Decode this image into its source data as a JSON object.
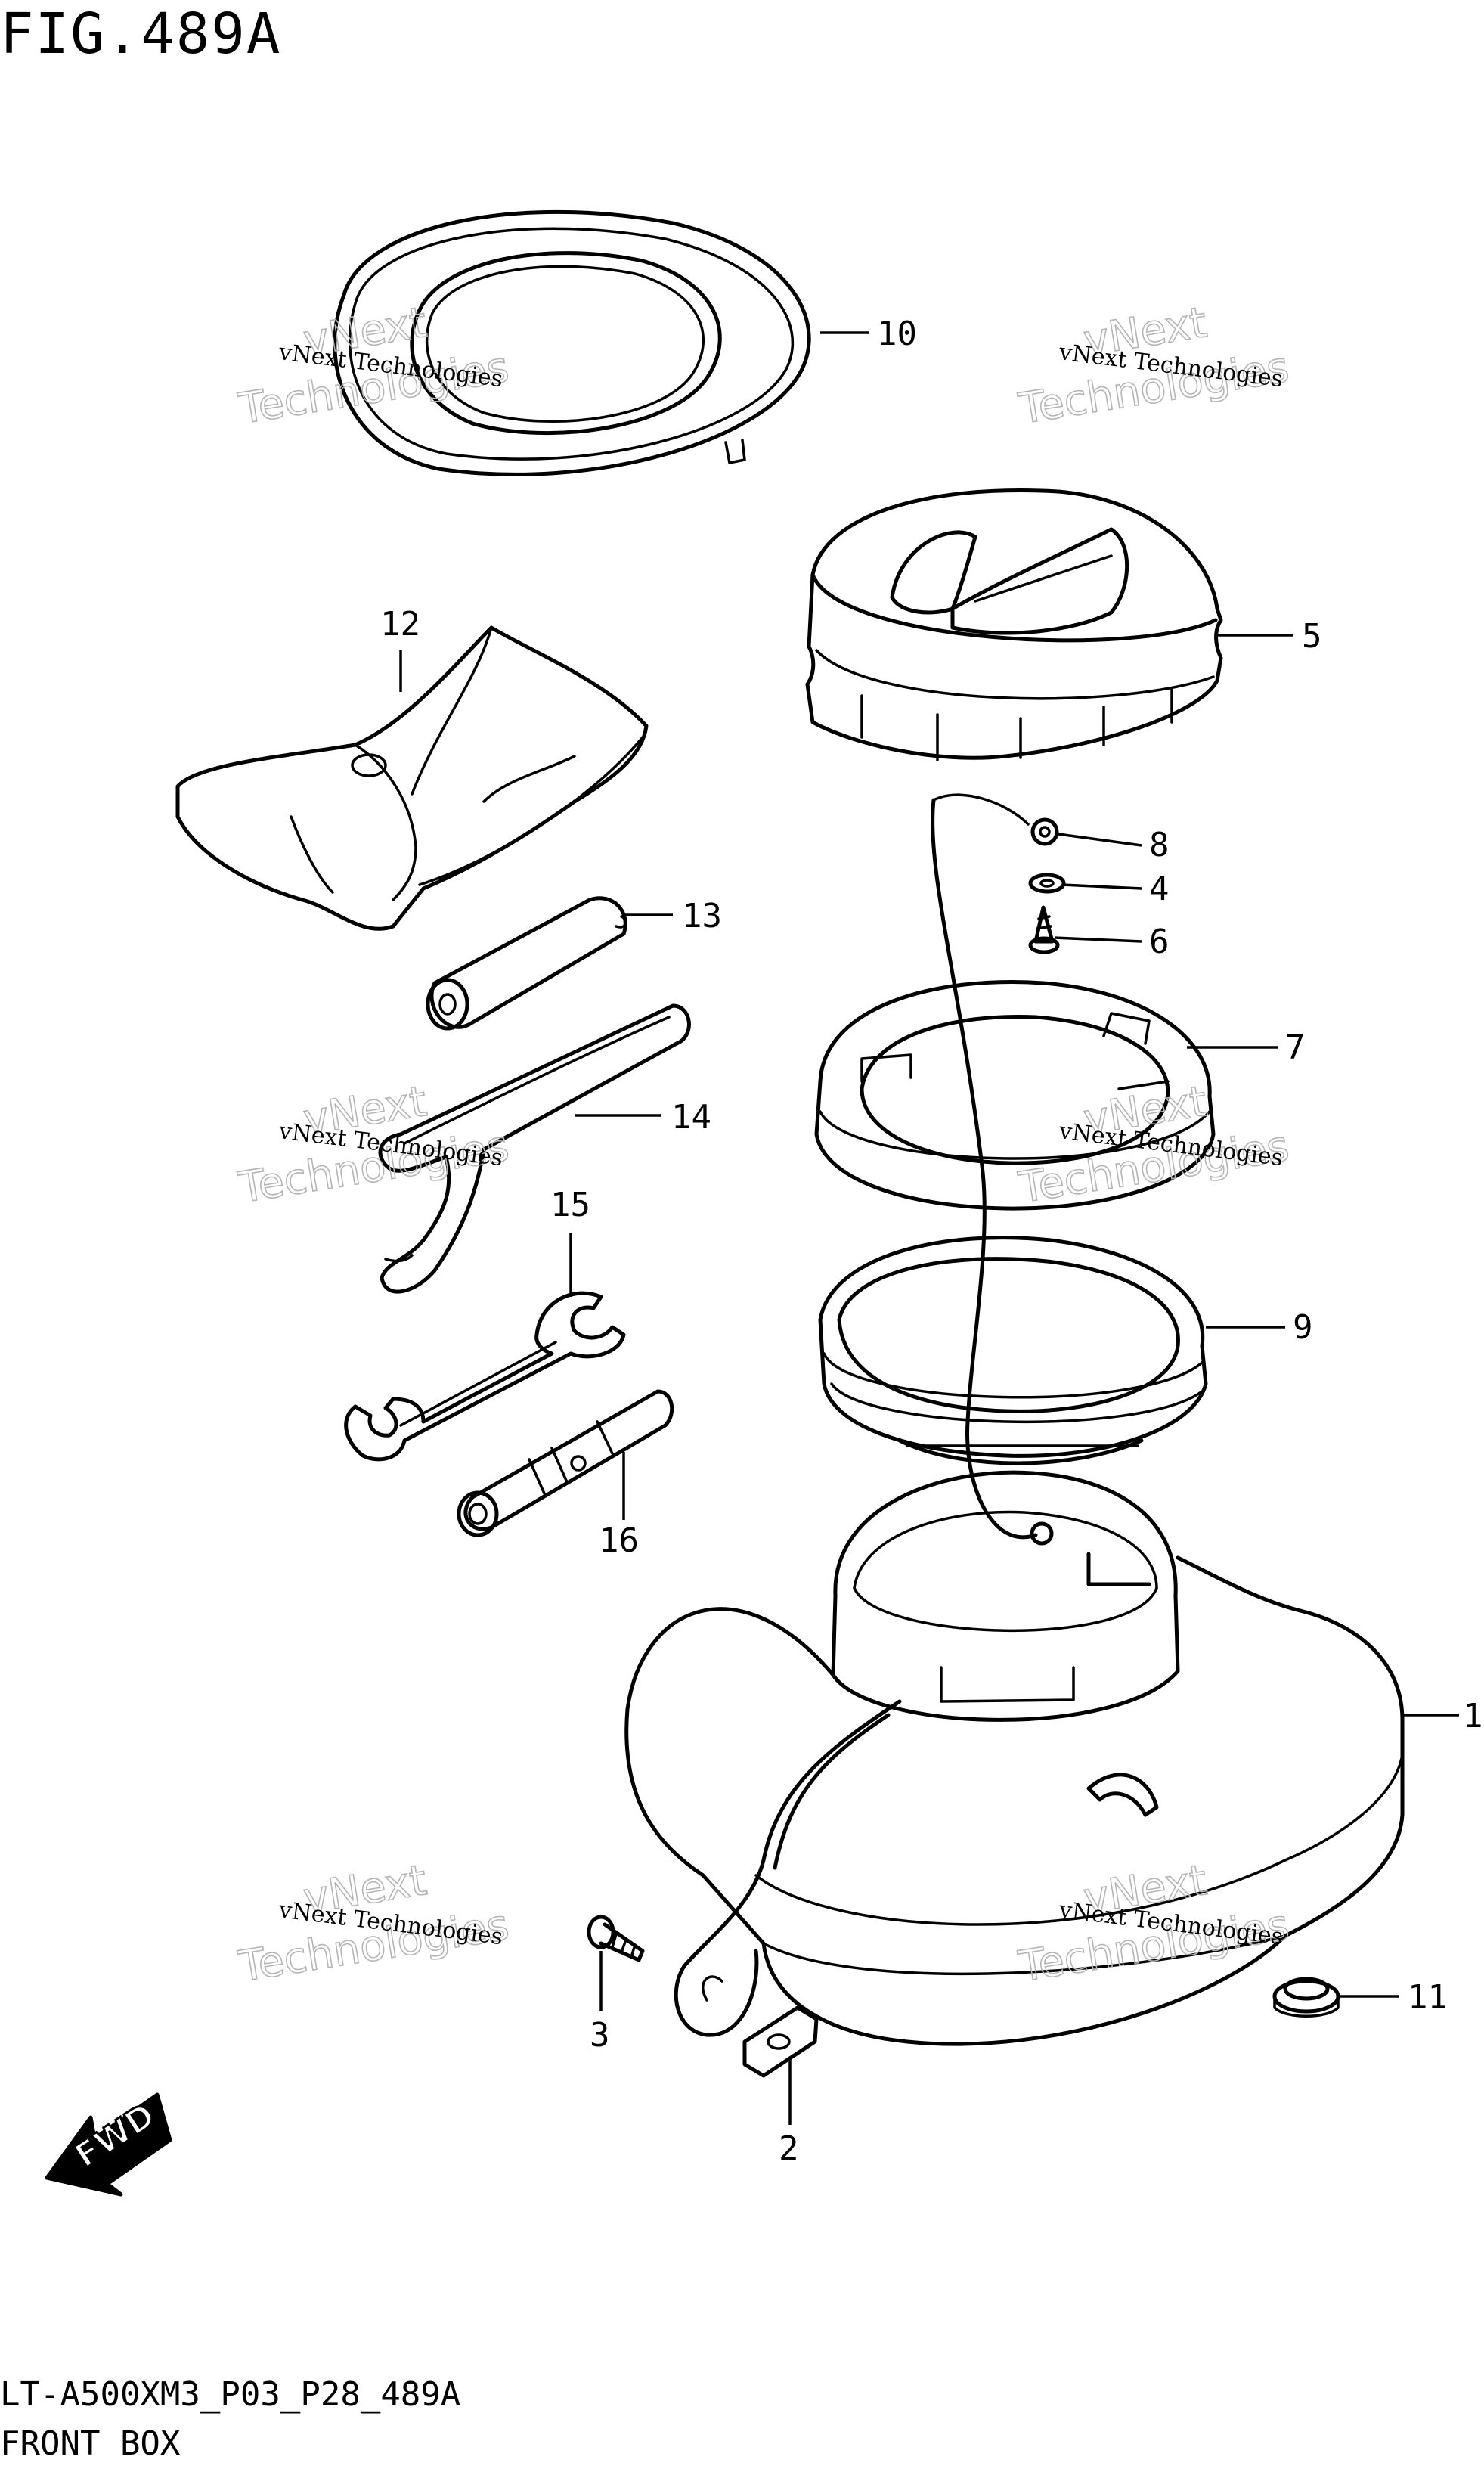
{
  "figure": {
    "title": "FIG.489A",
    "code": "LT-A500XM3_P03_P28_489A",
    "name": "FRONT BOX"
  },
  "watermark": {
    "line1": "vNext Technologies",
    "line2": "vNext",
    "line3": "Technologies"
  },
  "fwd_label": "FWD",
  "callouts": {
    "p1": "1",
    "p2": "2",
    "p3": "3",
    "p4": "4",
    "p5": "5",
    "p6": "6",
    "p7": "7",
    "p8": "8",
    "p9": "9",
    "p10": "10",
    "p11": "11",
    "p12": "12",
    "p13": "13",
    "p14": "14",
    "p15": "15",
    "p16": "16"
  }
}
